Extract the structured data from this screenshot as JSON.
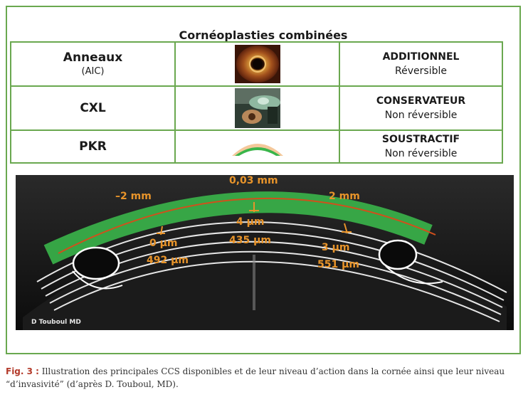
{
  "table": {
    "title": "Cornéoplasties combinées",
    "rows": [
      {
        "name": "Anneaux",
        "sub": "(AIC)",
        "action": "ADDITIONNEL",
        "action_sub": "Réversible"
      },
      {
        "name": "CXL",
        "sub": "",
        "action": "CONSERVATEUR",
        "action_sub": "Non réversible"
      },
      {
        "name": "PKR",
        "sub": "",
        "action": "SOUSTRACTIF",
        "action_sub": "Non réversible"
      }
    ]
  },
  "oct": {
    "top_label": "0,03 mm",
    "left_label": "–2 mm",
    "right_label": "2 mm",
    "left_depth": "0 µm",
    "left_thickness": "492 µm",
    "center_depth": "4 µm",
    "center_thickness": "435 µm",
    "right_depth": "3 µm",
    "right_thickness": "551 µm",
    "credit": "D Touboul MD"
  },
  "caption": {
    "label": "Fig. 3 :",
    "text": " Illustration des principales CCS disponibles et de leur niveau d’action dans la cornée ainsi que leur niveau “d’invasivité” (d’après D. Touboul, MD)."
  },
  "colors": {
    "frame": "#6aa84f",
    "label_orange": "#e8942a",
    "overlay_green": "#3ab54a",
    "fig_label": "#b33a2a"
  }
}
